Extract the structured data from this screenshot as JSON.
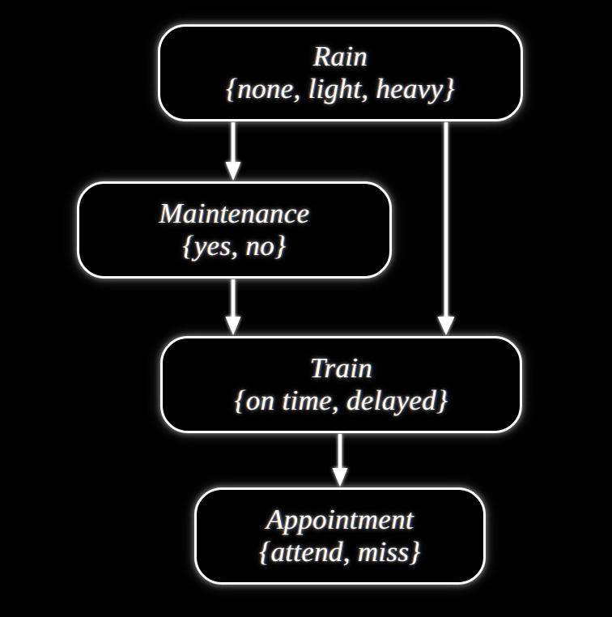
{
  "diagram": {
    "type": "directed-acyclic-graph",
    "background_color": "#000000",
    "node_border_color": "#ffffff",
    "text_color": "#ffffff",
    "nodes": [
      {
        "id": "rain",
        "title": "Rain",
        "states_label": "{none, light, heavy}",
        "states": [
          "none",
          "light",
          "heavy"
        ]
      },
      {
        "id": "maintenance",
        "title": "Maintenance",
        "states_label": "{yes, no}",
        "states": [
          "yes",
          "no"
        ]
      },
      {
        "id": "train",
        "title": "Train",
        "states_label": "{on time, delayed}",
        "states": [
          "on time",
          "delayed"
        ]
      },
      {
        "id": "appointment",
        "title": "Appointment",
        "states_label": "{attend, miss}",
        "states": [
          "attend",
          "miss"
        ]
      }
    ],
    "edges": [
      {
        "from": "rain",
        "to": "maintenance"
      },
      {
        "from": "rain",
        "to": "train"
      },
      {
        "from": "maintenance",
        "to": "train"
      },
      {
        "from": "train",
        "to": "appointment"
      }
    ]
  }
}
